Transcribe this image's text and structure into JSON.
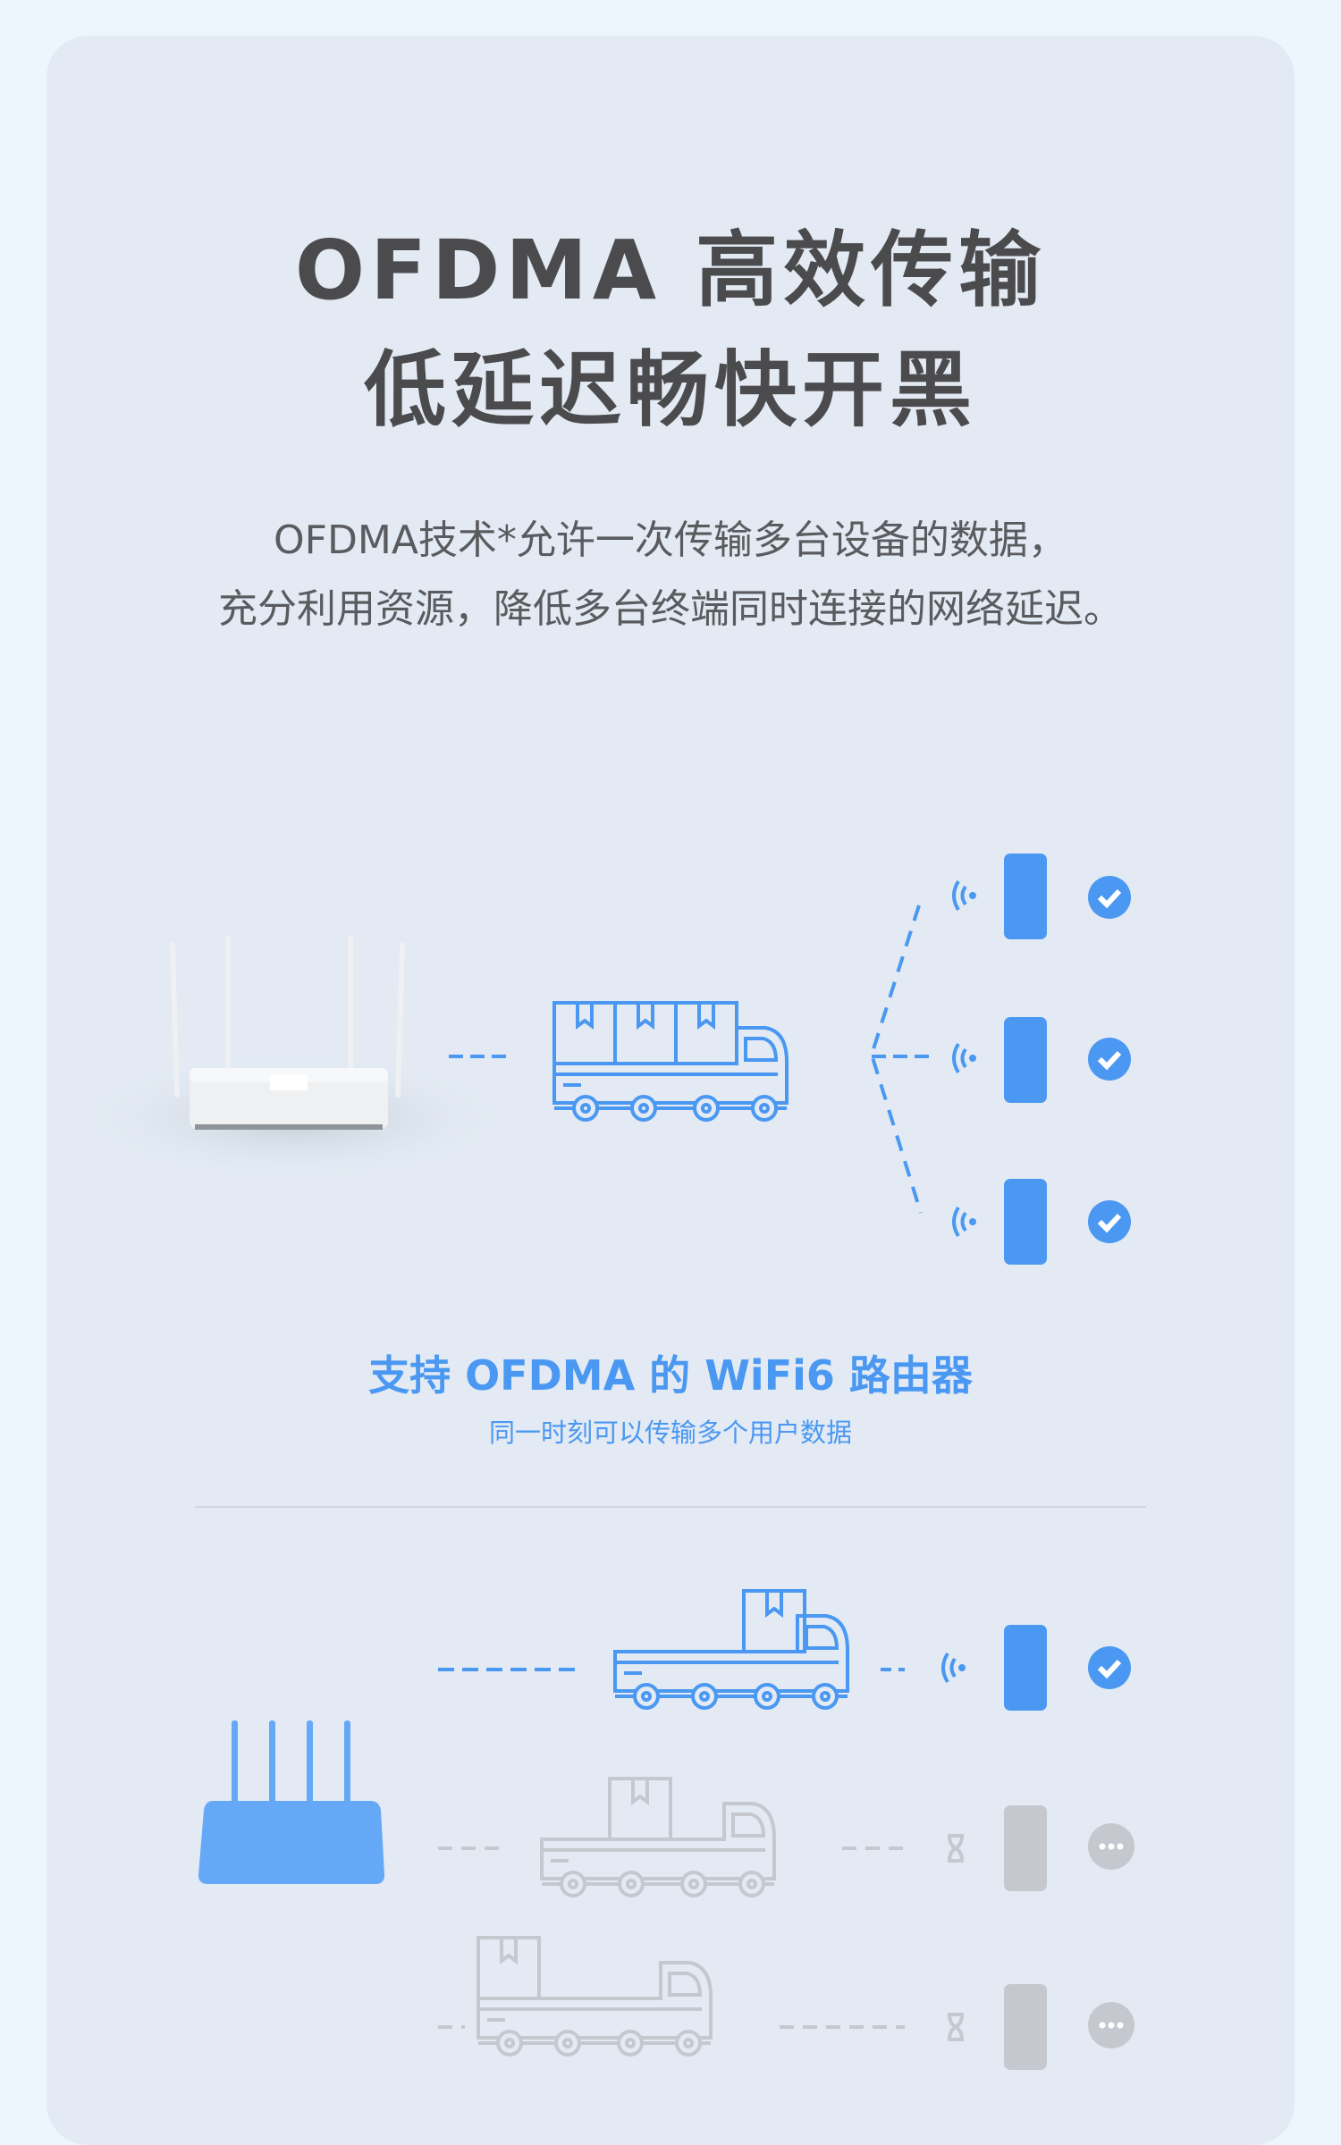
{
  "header": {
    "title_line1": "OFDMA 高效传输",
    "title_line2": "低延迟畅快开黑"
  },
  "description": {
    "line1": "OFDMA技术*允许一次传输多台设备的数据，",
    "line2": "充分利用资源，降低多台终端同时连接的网络延迟。"
  },
  "ofdma_section": {
    "title": "支持 OFDMA 的 WiFi6 路由器",
    "subtitle": "同一时刻可以传输多个用户数据",
    "devices": [
      "connected",
      "connected",
      "connected"
    ]
  },
  "legacy_section": {
    "devices": [
      "connected",
      "waiting",
      "waiting"
    ]
  },
  "colors": {
    "accent": "#4a98f2",
    "inactive": "#c5c9cf",
    "card": "#e3eaf3",
    "page": "#eef6fd",
    "title": "#4b4b4d"
  }
}
